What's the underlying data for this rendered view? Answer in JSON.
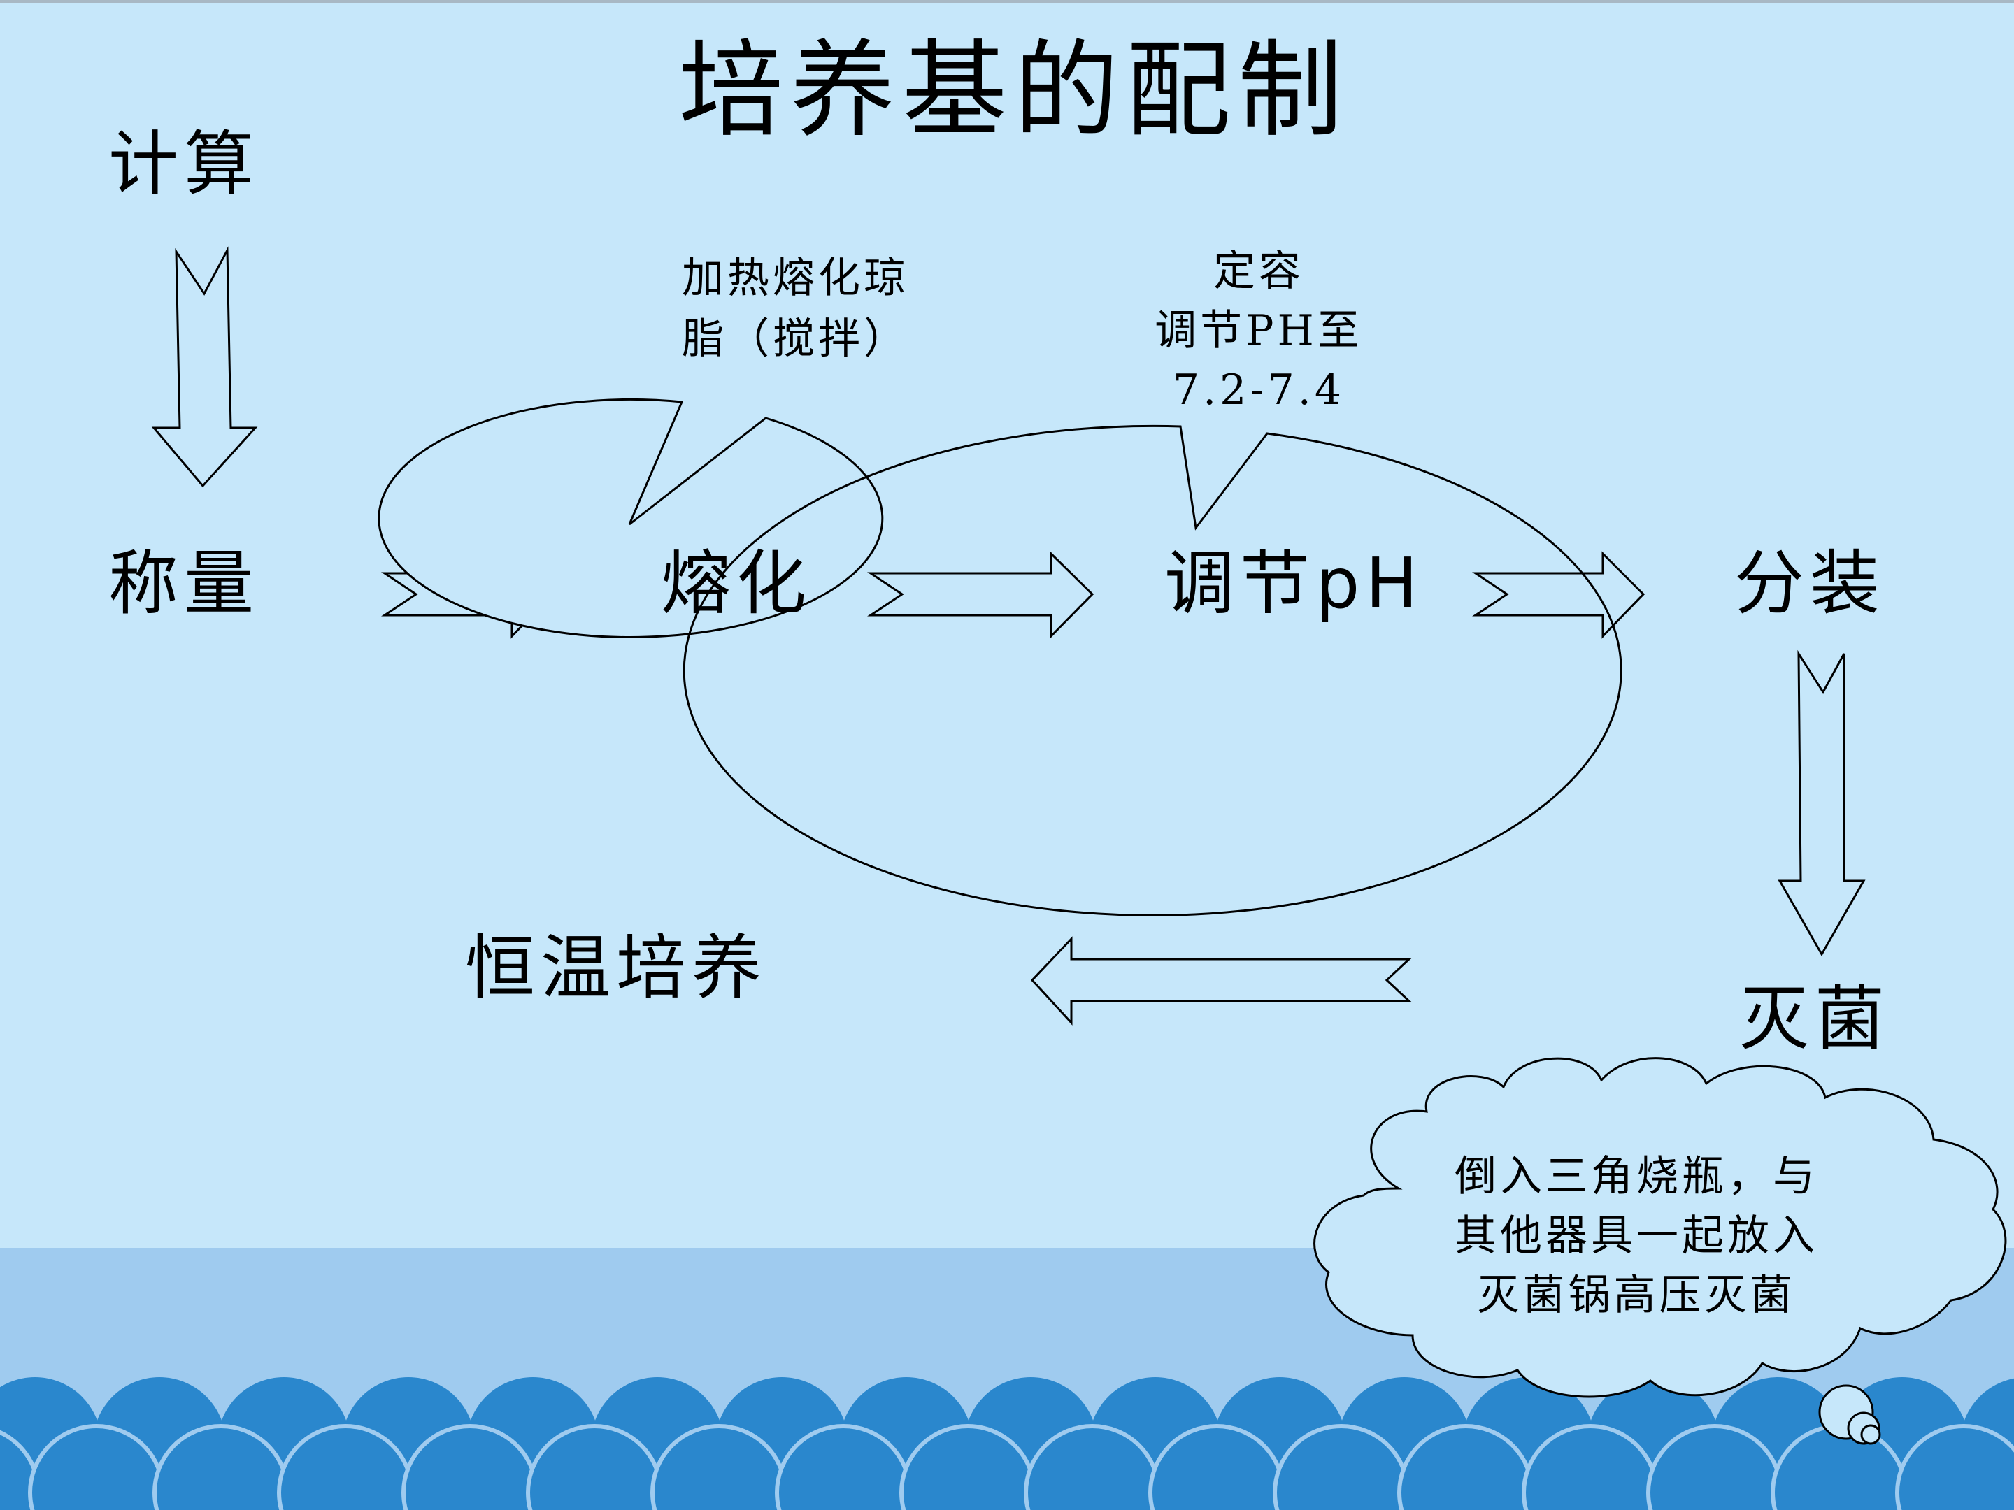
{
  "title": "培养基的配制",
  "steps": {
    "calculate": "计算",
    "weigh": "称量",
    "melt": "熔化",
    "adjust_ph": "调节pH",
    "dispense": "分装",
    "sterilize": "灭菌",
    "incubate": "恒温培养"
  },
  "callouts": {
    "melt": [
      "加热熔化琼",
      "脂（搅拌）"
    ],
    "adjust_ph": [
      "定容",
      "调节PH至",
      "7.2-7.4"
    ],
    "sterilize": [
      "倒入三角烧瓶，与",
      "其他器具一起放入",
      "灭菌锅高压灭菌"
    ]
  },
  "colors": {
    "background": "#c6e7fa",
    "band": "#9fcbef",
    "waves": "#2a87cd",
    "stroke": "#000000"
  },
  "icons": {
    "arrow": "block-arrow-icon",
    "speech": "speech-bubble",
    "thought": "cloud-callout"
  }
}
